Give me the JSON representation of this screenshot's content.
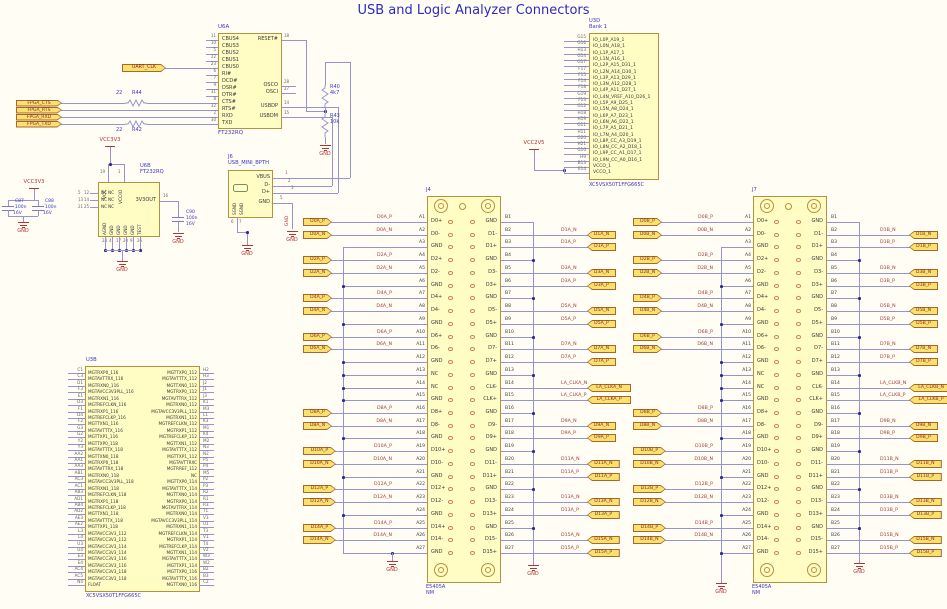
{
  "title": "USB and Logic Analyzer Connectors",
  "colors": {
    "chip_fill": "#fffcc4",
    "chip_border": "#b8913d",
    "wire": "#9593d2",
    "net_text": "#a53b3b",
    "ref_text": "#3a38c2",
    "pin_text": "#3a3a3a",
    "pin_num": "#666666",
    "flag_fill": "#f8e26c",
    "flag_border": "#a8672f",
    "ground": "#b23434",
    "title_text": "#2b2bc0",
    "resistor": "#8f8dd0",
    "pad_outline": "#c8825a"
  },
  "power": {
    "vcc3v3": "VCC3V3",
    "vcc2v5": "VCC2V5",
    "gnd": "GND"
  },
  "net_flags": {
    "uart_clk": "UART_CLK",
    "fpga": [
      "FPGA_CTS",
      "FPGA_RTS",
      "FPGA_RXD",
      "FPGA_TXD"
    ]
  },
  "resistors": {
    "r44": {
      "ref": "R44",
      "value": "22"
    },
    "r42": {
      "ref": "R42",
      "value": "22"
    },
    "r40": {
      "ref": "R40",
      "value": "4k7"
    },
    "r43": {
      "ref": "R43",
      "value": "10k"
    }
  },
  "capacitors": {
    "c87": {
      "ref": "C87",
      "value": "100n",
      "rating": "16V"
    },
    "c88": {
      "ref": "C88",
      "value": "100n",
      "rating": "16V"
    },
    "c90": {
      "ref": "C90",
      "value": "100n",
      "rating": "16V"
    }
  },
  "u6a": {
    "ref": "U6A",
    "part": "FT232RQ",
    "left_pins": [
      [
        "11",
        "CBUS4"
      ],
      [
        "10",
        "CBUS3"
      ],
      [
        "5",
        "CBUS2"
      ],
      [
        "22",
        "CBUS1"
      ],
      [
        "23",
        "CBUS0"
      ],
      [
        "6",
        "RI#"
      ],
      [
        "7",
        "DCD#"
      ],
      [
        "9",
        "DSR#"
      ],
      [
        "31",
        "DTR#"
      ],
      [
        "8",
        "CTS#"
      ],
      [
        "32",
        "RTS#"
      ],
      [
        "2",
        "RXD"
      ],
      [
        "30",
        "TXD"
      ]
    ],
    "right_pins": [
      [
        "18",
        "RESET#"
      ],
      [
        "28",
        "OSCO"
      ],
      [
        "27",
        "OSCI"
      ],
      [
        "14",
        "USBDP"
      ],
      [
        "15",
        "USBDM"
      ]
    ]
  },
  "u6b": {
    "ref": "U6B",
    "part": "FT232RQ",
    "top_pins": [
      [
        "19",
        "VCC"
      ],
      [
        "1",
        "VCCIO"
      ]
    ],
    "nc": {
      "label": "NC",
      "pins": [
        "5",
        "12",
        "13",
        "14",
        "21",
        "25"
      ]
    },
    "bottom_pins": [
      [
        "24",
        "AGND"
      ],
      [
        "4",
        "GND"
      ],
      [
        "17",
        "GND"
      ],
      [
        "20",
        "GND"
      ],
      [
        "9",
        "GND"
      ],
      [
        "26",
        "TEST"
      ]
    ],
    "out_pin": [
      "16",
      "3V3OUT"
    ]
  },
  "j6": {
    "ref": "J6",
    "part": "USB_MINI_BPTH",
    "pins": [
      [
        "1",
        "VBUS"
      ],
      [
        "2",
        "D-"
      ],
      [
        "3",
        "D+"
      ],
      [
        "5",
        "GND"
      ],
      [
        "6",
        "SGND"
      ],
      [
        "7",
        "SGND"
      ]
    ]
  },
  "u3d": {
    "ref": "U3D",
    "bank": "Bank 1",
    "part": "XC5VSX50T1FFG665C",
    "vcc_flag": "VCC2V5",
    "pins": [
      [
        "G15",
        "IO_L0P_A19_1"
      ],
      [
        "G16",
        "IO_L0N_A18_1"
      ],
      [
        "H13",
        "IO_L1P_A17_1"
      ],
      [
        "G14",
        "IO_L1N_A16_1"
      ],
      [
        "G17",
        "IO_L2P_A15_D31_1"
      ],
      [
        "F17",
        "IO_L2N_A14_D30_1"
      ],
      [
        "F15",
        "IO_L3P_A13_D29_1"
      ],
      [
        "F14",
        "IO_L3N_A12_D28_1"
      ],
      [
        "F18",
        "IO_L4P_A11_D27_1"
      ],
      [
        "G19",
        "IO_L4N_VREF_A10_D26_1"
      ],
      [
        "F13",
        "IO_L5P_A9_D25_1"
      ],
      [
        "G12",
        "IO_L5N_A8_D24_1"
      ],
      [
        "H18",
        "IO_L6P_A7_D23_1"
      ],
      [
        "H19",
        "IO_L6N_A6_D22_1"
      ],
      [
        "G11",
        "IO_L7P_A5_D21_1"
      ],
      [
        "H11",
        "IO_L7N_A4_D20_1"
      ],
      [
        "G20",
        "IO_L8P_CC_A3_D19_1"
      ],
      [
        "H21",
        "IO_L8N_CC_A2_D18_1"
      ],
      [
        "G10",
        "IO_L9P_CC_A1_D17_1"
      ],
      [
        "H9",
        "IO_L9N_CC_A0_D16_1"
      ],
      [
        "B13",
        "VCCO_1"
      ],
      [
        "E14",
        "VCCO_1"
      ]
    ]
  },
  "u3b": {
    "ref": "U3B",
    "part": "XC5VSX50T1FFG665C",
    "rows": [
      [
        "C1",
        "MGTRXP0_116",
        "MGTTXP0_112",
        "H2"
      ],
      [
        "C3",
        "MGT AVTTRX_116",
        "MGTAVTTTX_112",
        "H3"
      ],
      [
        "D1",
        "MGTRXN0_116",
        "MGTTXN0_112",
        "J2"
      ],
      [
        "F3",
        "MGTAVCC3V3PLL_116",
        "MGTRXP0_112",
        "J1"
      ],
      [
        "E1",
        "MGTRXN1_116",
        "MGTAVTTRX_112",
        "J3"
      ],
      [
        "D3",
        "MGTREFCLKN_116",
        "MGTRXN0_112",
        "K1"
      ],
      [
        "F1",
        "MGTRXP1_116",
        "MGTAVCC3V3PLL_112",
        "M3"
      ],
      [
        "D4",
        "MGTREFCLKP_116",
        "MGTRXN1_112",
        "L1"
      ],
      [
        "F2",
        "MGTTXN1_116",
        "MGTREFCLKN_112",
        "K3"
      ],
      [
        "G3",
        "MGTAVTTTX_116",
        "MGTRXP1_112",
        "M1"
      ],
      [
        "G2",
        "MGTTXP1_116",
        "MGTREFCLKP_112",
        "K4"
      ],
      [
        "Y2",
        "MGTTXP0_118",
        "MGTTXN1_112",
        "M2"
      ],
      [
        "Y3",
        "MGTAVTTTX_118",
        "MGTAVTTTX_112",
        "N3"
      ],
      [
        "AA2",
        "MGTTXN0_118",
        "MGTTXP1_112",
        "N2"
      ],
      [
        "AA1",
        "MGTRXP0_118",
        "MGTAVTTRXC",
        "P5"
      ],
      [
        "AA3",
        "MGTAVTTRX_118",
        "MGTRREF_112",
        "P4"
      ],
      [
        "AB1",
        "MGTRXN0_118",
        "NC",
        "M5"
      ],
      [
        "AC3",
        "MGTAVCC3V3PLL_118",
        "MGTTXP0_114",
        "P2"
      ],
      [
        "AC1",
        "MGTRXN1_118",
        "MGTAVTTTX_114",
        "P3"
      ],
      [
        "AB3",
        "MGTREFCLKN_118",
        "MGTTXN0_114",
        "R2"
      ],
      [
        "AD1",
        "MGTRXP1_118",
        "MGTRXP0_114",
        "R1"
      ],
      [
        "AB4",
        "MGTREFCLKP_118",
        "MGTAVTTRX_114",
        "R3"
      ],
      [
        "AD2",
        "MGTTXN1_118",
        "MGTRXN0_114",
        "T1"
      ],
      [
        "AE3",
        "MGTAVTTTX_118",
        "MGTAVCC3V3PLL_114",
        "V3"
      ],
      [
        "AE2",
        "MGTTXP1_118",
        "MGTRXN1_114",
        "U1"
      ],
      [
        "L3",
        "MGTAVCC3V3_112",
        "MGTREFCLKN_114",
        "T3"
      ],
      [
        "L4",
        "MGTAVCC3V3_112",
        "MGTRXP1_114",
        "V1"
      ],
      [
        "U3",
        "MGTAVCC3V3_114",
        "MGTREFCLKP_114",
        "T4"
      ],
      [
        "U4",
        "MGTAVCC3V3_114",
        "MGTTXN1_114",
        "V2"
      ],
      [
        "E3",
        "MGTAVCC3V3_116",
        "MGTAVTTTX_114",
        "W3"
      ],
      [
        "E4",
        "MGTAVCC3V3_116",
        "MGTTXP1_114",
        "W2"
      ],
      [
        "AC4",
        "MGTAVCC3V3_118",
        "MGTTXP0_116",
        "B2"
      ],
      [
        "AC5",
        "MGTAVCC3V3_118",
        "MGTAVTTTX_116",
        "B3"
      ],
      [
        "N4",
        "FLOAT",
        "MGTTXN0_116",
        "C2"
      ]
    ]
  },
  "j4": {
    "ref": "J4",
    "part": "E5405A",
    "note": "NM",
    "rows": [
      [
        "A1",
        "D0+",
        "GND",
        "B1",
        "D0A_P",
        ""
      ],
      [
        "A2",
        "D0-",
        "D1-",
        "B2",
        "D0A_N",
        "D1A_N"
      ],
      [
        "A3",
        "GND",
        "D1+",
        "B3",
        "",
        "D1A_P"
      ],
      [
        "A4",
        "D2+",
        "GND",
        "B4",
        "D2A_P",
        ""
      ],
      [
        "A5",
        "D2-",
        "D3-",
        "B5",
        "D2A_N",
        "D3A_N"
      ],
      [
        "A6",
        "GND",
        "D3+",
        "B6",
        "",
        "D3A_P"
      ],
      [
        "A7",
        "D4+",
        "GND",
        "B7",
        "D4A_P",
        ""
      ],
      [
        "A8",
        "D4-",
        "D5-",
        "B8",
        "D4A_N",
        "D5A_N"
      ],
      [
        "A9",
        "GND",
        "D5+",
        "B9",
        "",
        "D5A_P"
      ],
      [
        "A10",
        "D6+",
        "GND",
        "B10",
        "D6A_P",
        ""
      ],
      [
        "A11",
        "D6-",
        "D7-",
        "B11",
        "D6A_N",
        "D7A_N"
      ],
      [
        "A12",
        "GND",
        "D7+",
        "B12",
        "",
        "D7A_P"
      ],
      [
        "A13",
        "NC",
        "GND",
        "B13",
        "",
        ""
      ],
      [
        "A14",
        "NC",
        "CLK-",
        "B14",
        "",
        "LA_CLKA_N"
      ],
      [
        "A15",
        "GND",
        "CLK+",
        "B15",
        "",
        "LA_CLKA_P"
      ],
      [
        "A16",
        "D8+",
        "GND",
        "B16",
        "D8A_P",
        ""
      ],
      [
        "A17",
        "D8-",
        "D9-",
        "B17",
        "D8A_N",
        "D9A_N"
      ],
      [
        "A18",
        "GND",
        "D9+",
        "B18",
        "",
        "D9A_P"
      ],
      [
        "A19",
        "D10+",
        "GND",
        "B19",
        "D10A_P",
        ""
      ],
      [
        "A20",
        "D10-",
        "D11-",
        "B20",
        "D10A_N",
        "D11A_N"
      ],
      [
        "A21",
        "GND",
        "D11+",
        "B21",
        "",
        "D11A_P"
      ],
      [
        "A22",
        "D12+",
        "GND",
        "B22",
        "D12A_P",
        ""
      ],
      [
        "A23",
        "D12-",
        "D13-",
        "B23",
        "D12A_N",
        "D13A_N"
      ],
      [
        "A24",
        "GND",
        "D13+",
        "B24",
        "",
        "D13A_P"
      ],
      [
        "A25",
        "D14+",
        "GND",
        "B25",
        "D14A_P",
        ""
      ],
      [
        "A26",
        "D14-",
        "D15-",
        "B26",
        "D14A_N",
        "D15A_N"
      ],
      [
        "A27",
        "GND",
        "D15+",
        "B27",
        "",
        "D15A_P"
      ]
    ]
  },
  "j7": {
    "ref": "J7",
    "part": "E5405A",
    "note": "NM",
    "rows": [
      [
        "A1",
        "D0+",
        "GND",
        "B1",
        "D0B_P",
        ""
      ],
      [
        "A2",
        "D0-",
        "D1-",
        "B2",
        "D0B_N",
        "D1B_N"
      ],
      [
        "A3",
        "GND",
        "D1+",
        "B3",
        "",
        "D1B_P"
      ],
      [
        "A4",
        "D2+",
        "GND",
        "B4",
        "D2B_P",
        ""
      ],
      [
        "A5",
        "D2-",
        "D3-",
        "B5",
        "D2B_N",
        "D3B_N"
      ],
      [
        "A6",
        "GND",
        "D3+",
        "B6",
        "",
        "D3B_P"
      ],
      [
        "A7",
        "D4+",
        "GND",
        "B7",
        "D4B_P",
        ""
      ],
      [
        "A8",
        "D4-",
        "D5-",
        "B8",
        "D4B_N",
        "D5B_N"
      ],
      [
        "A9",
        "GND",
        "D5+",
        "B9",
        "",
        "D5B_P"
      ],
      [
        "A10",
        "D6+",
        "GND",
        "B10",
        "D6B_P",
        ""
      ],
      [
        "A11",
        "D6-",
        "D7-",
        "B11",
        "D6B_N",
        "D7B_N"
      ],
      [
        "A12",
        "GND",
        "D7+",
        "B12",
        "",
        "D7B_P"
      ],
      [
        "A13",
        "NC",
        "GND",
        "B13",
        "",
        ""
      ],
      [
        "A14",
        "NC",
        "CLK-",
        "B14",
        "",
        "LA_CLKB_N"
      ],
      [
        "A15",
        "GND",
        "CLK+",
        "B15",
        "",
        "LA_CLKB_P"
      ],
      [
        "A16",
        "D8+",
        "GND",
        "B16",
        "D8B_P",
        ""
      ],
      [
        "A17",
        "D8-",
        "D9-",
        "B17",
        "D8B_N",
        "D9B_N"
      ],
      [
        "A18",
        "GND",
        "D9+",
        "B18",
        "",
        "D9B_P"
      ],
      [
        "A19",
        "D10+",
        "GND",
        "B19",
        "D10B_P",
        ""
      ],
      [
        "A20",
        "D10-",
        "D11-",
        "B20",
        "D10B_N",
        "D11B_N"
      ],
      [
        "A21",
        "GND",
        "D11+",
        "B21",
        "",
        "D11B_P"
      ],
      [
        "A22",
        "D12+",
        "GND",
        "B22",
        "D12B_P",
        ""
      ],
      [
        "A23",
        "D12-",
        "D13-",
        "B23",
        "D12B_N",
        "D13B_N"
      ],
      [
        "A24",
        "GND",
        "D13+",
        "B24",
        "",
        "D13B_P"
      ],
      [
        "A25",
        "D14+",
        "GND",
        "B25",
        "D14B_P",
        ""
      ],
      [
        "A26",
        "D14-",
        "D15-",
        "B26",
        "D14B_N",
        "D15B_N"
      ],
      [
        "A27",
        "GND",
        "D15+",
        "B27",
        "",
        "D15B_P"
      ]
    ]
  }
}
